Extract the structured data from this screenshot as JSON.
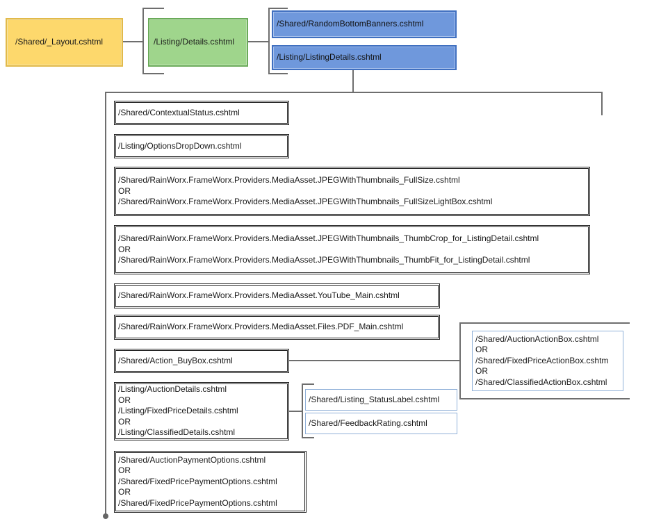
{
  "layout_file": "/Shared/_Layout.cshtml",
  "details_file": "/Listing/Details.cshtml",
  "blue_files": [
    "/Shared/RandomBottomBanners.cshtml",
    "/Listing/ListingDetails.cshtml"
  ],
  "partials": [
    [
      "/Shared/ContextualStatus.cshtml"
    ],
    [
      "/Listing/OptionsDropDown.cshtml"
    ],
    [
      "/Shared/RainWorx.FrameWorx.Providers.MediaAsset.JPEGWithThumbnails_FullSize.cshtml",
      "OR",
      "/Shared/RainWorx.FrameWorx.Providers.MediaAsset.JPEGWithThumbnails_FullSizeLightBox.cshtml"
    ],
    [
      "/Shared/RainWorx.FrameWorx.Providers.MediaAsset.JPEGWithThumbnails_ThumbCrop_for_ListingDetail.cshtml",
      "OR",
      "/Shared/RainWorx.FrameWorx.Providers.MediaAsset.JPEGWithThumbnails_ThumbFit_for_ListingDetail.cshtml"
    ],
    [
      "/Shared/RainWorx.FrameWorx.Providers.MediaAsset.YouTube_Main.cshtml"
    ],
    [
      "/Shared/RainWorx.FrameWorx.Providers.MediaAsset.Files.PDF_Main.cshtml"
    ],
    [
      "/Shared/Action_BuyBox.cshtml"
    ],
    [
      "/Listing/AuctionDetails.cshtml",
      "OR",
      "/Listing/FixedPriceDetails.cshtml",
      "OR",
      "/Listing/ClassifiedDetails.cshtml"
    ],
    [
      "/Shared/AuctionPaymentOptions.cshtml",
      "OR",
      "/Shared/FixedPricePaymentOptions.cshtml",
      "OR",
      "/Shared/FixedPricePaymentOptions.cshtml"
    ]
  ],
  "action_box_files": [
    "/Shared/AuctionActionBox.cshtml",
    "OR",
    "/Shared/FixedPriceActionBox.cshtm",
    "OR",
    "/Shared/ClassifiedActionBox.cshtml"
  ],
  "details_children": [
    "/Shared/Listing_StatusLabel.cshtml",
    "/Shared/FeedbackRating.cshtml"
  ]
}
